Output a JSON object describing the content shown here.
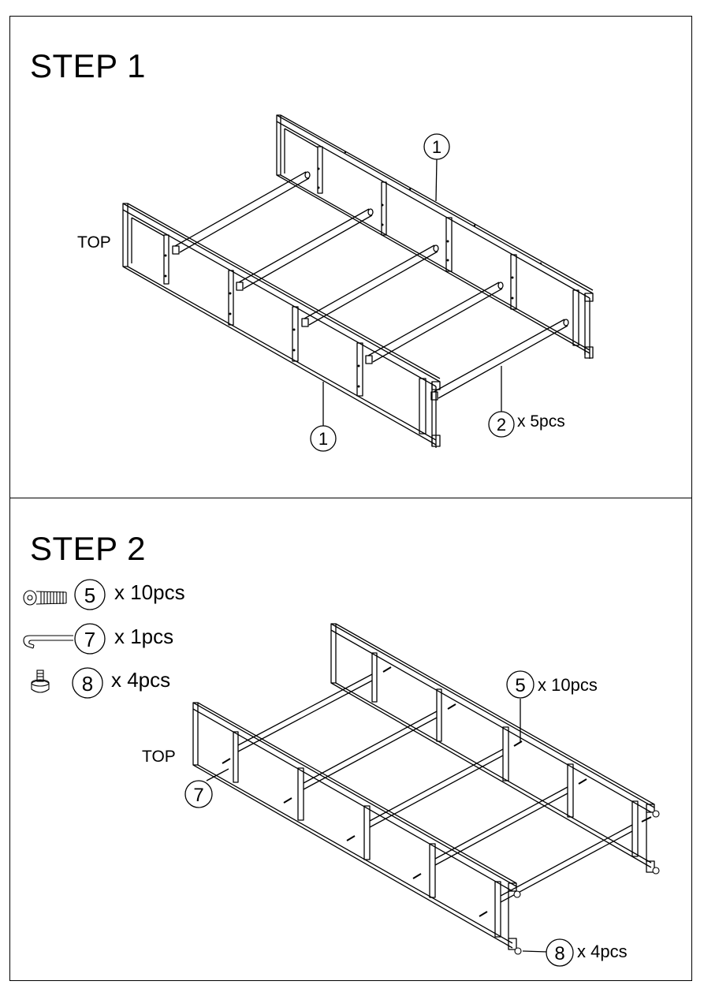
{
  "step1": {
    "title": "STEP 1",
    "top_label": "TOP",
    "callouts": [
      {
        "number": "1"
      },
      {
        "number": "1"
      },
      {
        "number": "2",
        "quantity": "x 5pcs"
      }
    ]
  },
  "step2": {
    "title": "STEP 2",
    "top_label": "TOP",
    "hardware": [
      {
        "number": "5",
        "quantity": "x 10pcs",
        "icon": "bolt-icon"
      },
      {
        "number": "7",
        "quantity": "x 1pcs",
        "icon": "allen-key-icon"
      },
      {
        "number": "8",
        "quantity": "x 4pcs",
        "icon": "leveler-foot-icon"
      }
    ],
    "callouts": [
      {
        "number": "5",
        "quantity": "x 10pcs"
      },
      {
        "number": "7"
      },
      {
        "number": "8",
        "quantity": "x 4pcs"
      }
    ]
  }
}
